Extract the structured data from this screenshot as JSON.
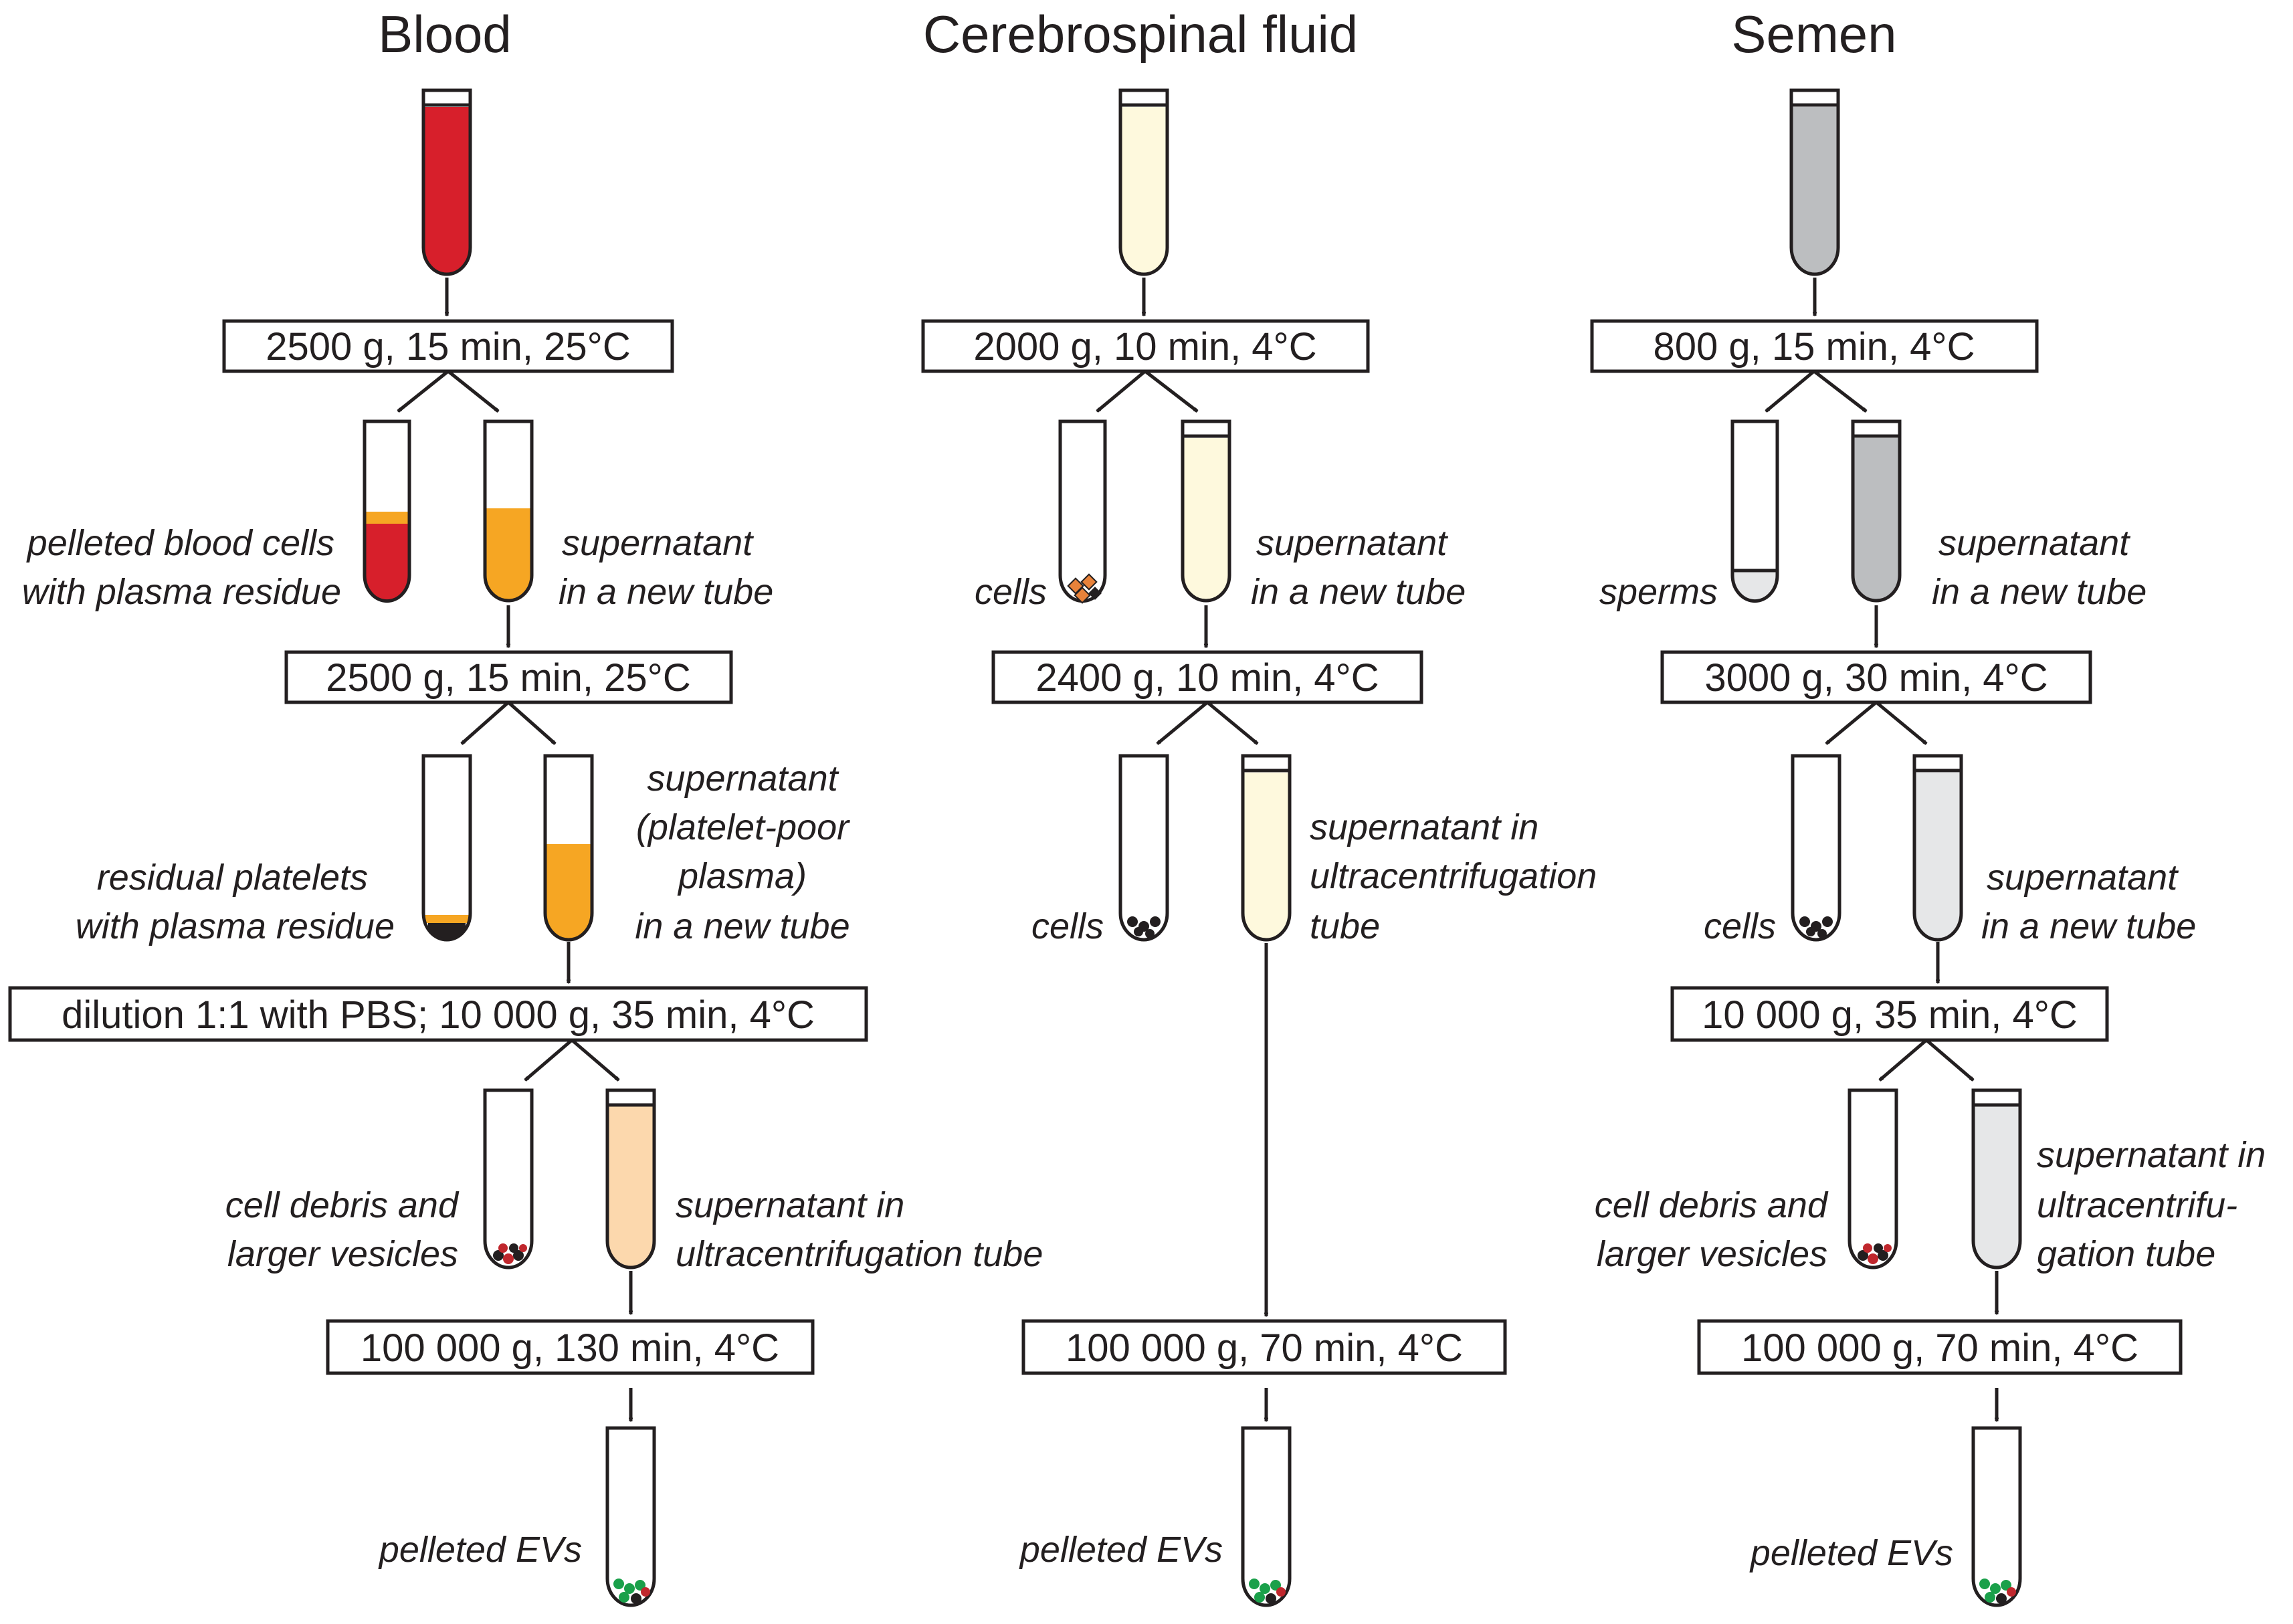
{
  "columns": [
    {
      "title": "Blood",
      "steps": [
        "2500 g, 15 min, 25°C",
        "2500 g, 15 min, 25°C",
        "dilution 1:1 with PBS; 10 000 g, 35 min, 4°C",
        "100 000 g, 130 min, 4°C"
      ],
      "notes": {
        "pellet1": [
          "pelleted blood cells",
          "with plasma residue"
        ],
        "super1": [
          "supernatant",
          "in a new tube"
        ],
        "pellet2": [
          "residual platelets",
          "with plasma residue"
        ],
        "super2": [
          "supernatant",
          "(platelet-poor",
          "plasma)",
          "in a new tube"
        ],
        "pellet3": [
          "cell debris and",
          "larger vesicles"
        ],
        "super3": [
          "supernatant in",
          "ultracentrifugation tube"
        ],
        "final": [
          "pelleted EVs"
        ]
      }
    },
    {
      "title": "Cerebrospinal fluid",
      "steps": [
        "2000 g, 10 min, 4°C",
        "2400 g, 10 min, 4°C",
        "100 000 g, 70 min, 4°C"
      ],
      "notes": {
        "pellet1": [
          "cells"
        ],
        "super1": [
          "supernatant",
          "in a new tube"
        ],
        "pellet2": [
          "cells"
        ],
        "super2": [
          "supernatant in",
          "ultracentrifugation",
          "tube"
        ],
        "final": [
          "pelleted EVs"
        ]
      }
    },
    {
      "title": "Semen",
      "steps": [
        "800 g, 15 min, 4°C",
        "3000 g, 30 min, 4°C",
        "10 000 g, 35 min, 4°C",
        "100 000 g, 70 min, 4°C"
      ],
      "notes": {
        "pellet1": [
          "sperms"
        ],
        "super1": [
          "supernatant",
          "in a new tube"
        ],
        "pellet2": [
          "cells"
        ],
        "super2": [
          "supernatant",
          "in a new tube"
        ],
        "pellet3": [
          "cell debris and",
          "larger vesicles"
        ],
        "super3": [
          "supernatant in",
          "ultracentrifu-",
          "gation tube"
        ],
        "final": [
          "pelleted EVs"
        ]
      }
    }
  ],
  "colors": {
    "blood": "#d71f2b",
    "plasma": "#f6a623",
    "plasma_light": "#fcd8ad",
    "csf": "#fef9dd",
    "semen": "#bcbec0",
    "semen_light": "#e6e7e8",
    "cells": "#231f20",
    "csf_cells": "#e8823a",
    "debris_red": "#c0272d",
    "ev_green": "#1aa04a"
  }
}
